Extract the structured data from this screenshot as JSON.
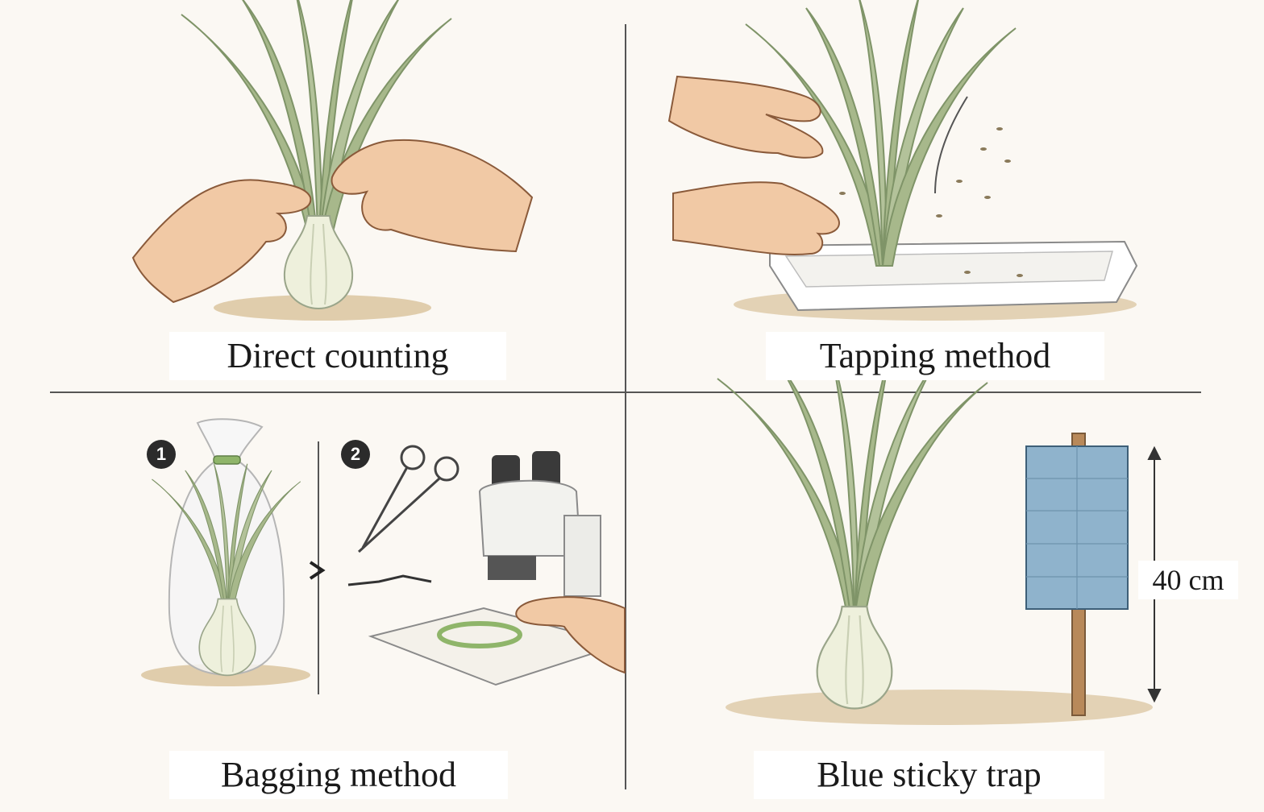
{
  "panels": {
    "direct_counting": {
      "label": "Direct counting"
    },
    "tapping_method": {
      "label": "Tapping method"
    },
    "bagging_method": {
      "label": "Bagging method",
      "steps": [
        "1",
        "2"
      ]
    },
    "blue_sticky_trap": {
      "label": "Blue sticky trap",
      "dimension": "40 cm"
    }
  },
  "colors": {
    "background": "#fbf8f3",
    "leaf": "#a7b88b",
    "leaf_dark": "#7f9468",
    "bulb": "#eef0dc",
    "skin": "#f1c9a5",
    "soil": "#d9c29a",
    "trap_blue": "#8fb3cc",
    "stake": "#b8895a",
    "divider": "#555555"
  },
  "icons": [
    "onion-plant-icon",
    "hand-icon",
    "tray-icon",
    "plastic-bag-icon",
    "scissors-icon",
    "forceps-icon",
    "microscope-icon",
    "sticky-trap-icon",
    "dimension-arrow-icon",
    "arrow-right-icon"
  ]
}
